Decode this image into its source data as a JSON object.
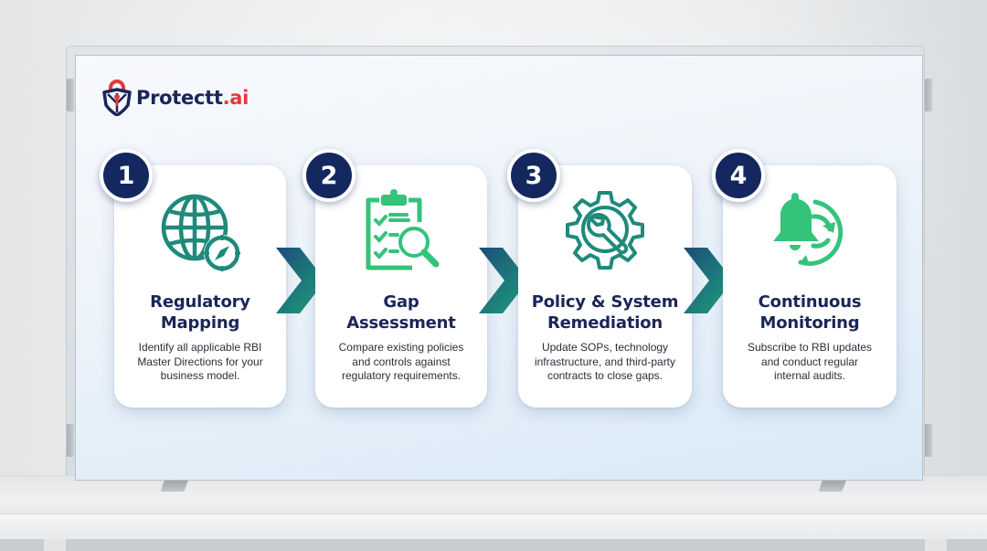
{
  "brand": {
    "name_main": "Protectt",
    "name_suffix": ".ai",
    "colors": {
      "navy": "#1b2559",
      "red": "#e03a3e"
    }
  },
  "colors": {
    "badge": "#14285f",
    "teal_icon": "#1f8a7a",
    "green_icon": "#34c37a",
    "title": "#1b2559",
    "chevron_start": "#1d4a7a",
    "chevron_end": "#1ea57a"
  },
  "steps": [
    {
      "number": "1",
      "icon": "globe-compass-icon",
      "title_lines": [
        "Regulatory",
        "Mapping"
      ],
      "desc_lines": [
        "Identify all applicable RBI",
        "Master Directions for your",
        "business model."
      ]
    },
    {
      "number": "2",
      "icon": "clipboard-magnifier-icon",
      "title_lines": [
        "Gap",
        "Assessment"
      ],
      "desc_lines": [
        "Compare existing policies",
        "and controls against",
        "regulatory requirements."
      ]
    },
    {
      "number": "3",
      "icon": "gear-wrench-icon",
      "title_lines": [
        "Policy & System",
        "Remediation"
      ],
      "desc_lines": [
        "Update SOPs, technology",
        "infrastructure, and third-party",
        "contracts to close gaps."
      ]
    },
    {
      "number": "4",
      "icon": "bell-refresh-icon",
      "title_lines": [
        "Continuous",
        "Monitoring"
      ],
      "desc_lines": [
        "Subscribe to RBI updates",
        "and conduct regular",
        "internal audits."
      ]
    }
  ]
}
